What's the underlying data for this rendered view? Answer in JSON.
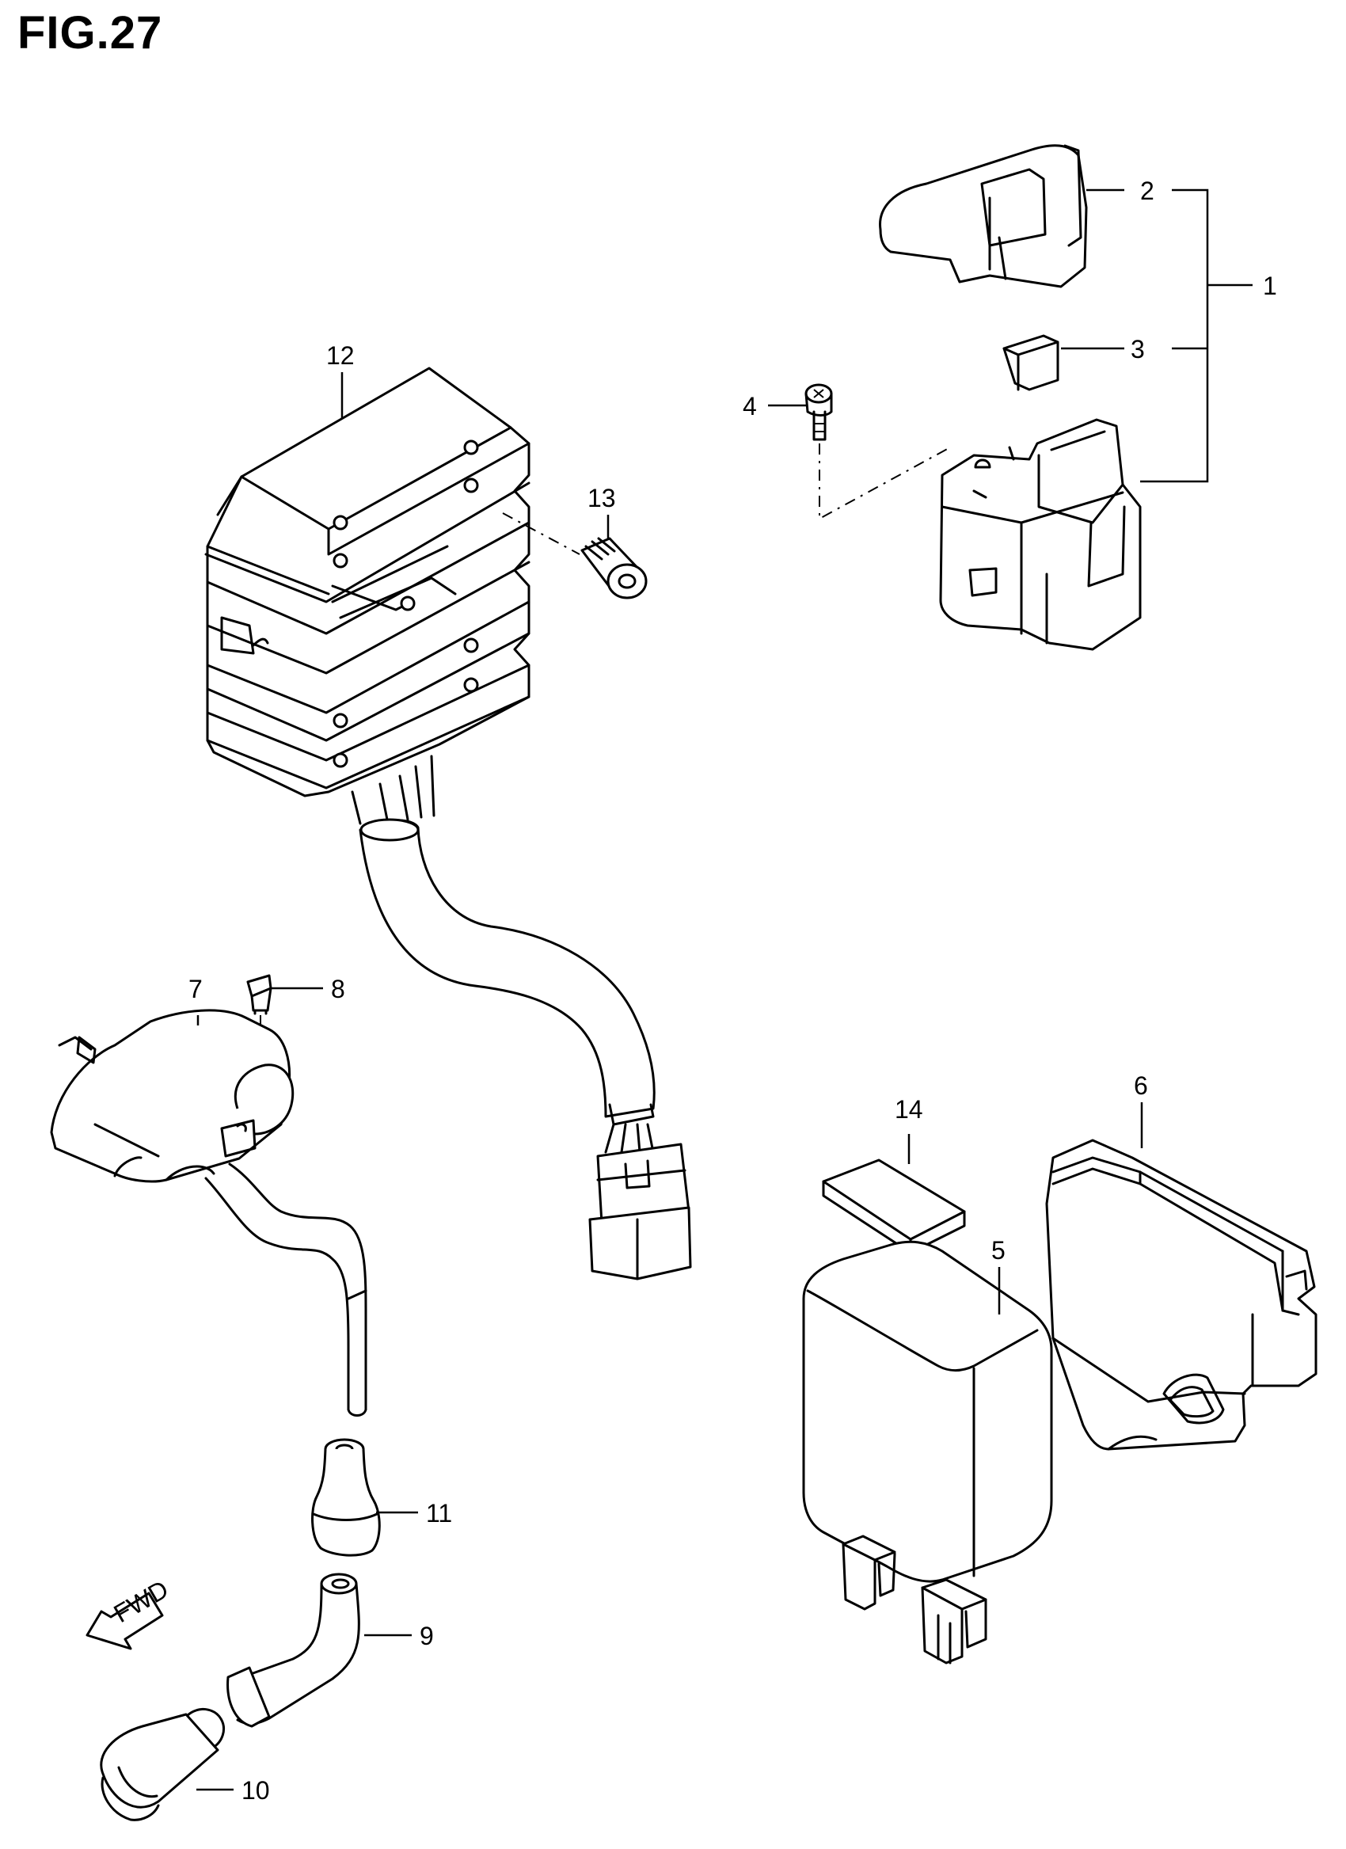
{
  "figure": {
    "title": "FIG.27"
  },
  "direction_marker": {
    "label": "FWD"
  },
  "callouts": [
    {
      "id": "1",
      "label": "1"
    },
    {
      "id": "2",
      "label": "2"
    },
    {
      "id": "3",
      "label": "3"
    },
    {
      "id": "4",
      "label": "4"
    },
    {
      "id": "5",
      "label": "5"
    },
    {
      "id": "6",
      "label": "6"
    },
    {
      "id": "7",
      "label": "7"
    },
    {
      "id": "8",
      "label": "8"
    },
    {
      "id": "9",
      "label": "9"
    },
    {
      "id": "10",
      "label": "10"
    },
    {
      "id": "11",
      "label": "11"
    },
    {
      "id": "12",
      "label": "12"
    },
    {
      "id": "13",
      "label": "13"
    },
    {
      "id": "14",
      "label": "14"
    }
  ]
}
